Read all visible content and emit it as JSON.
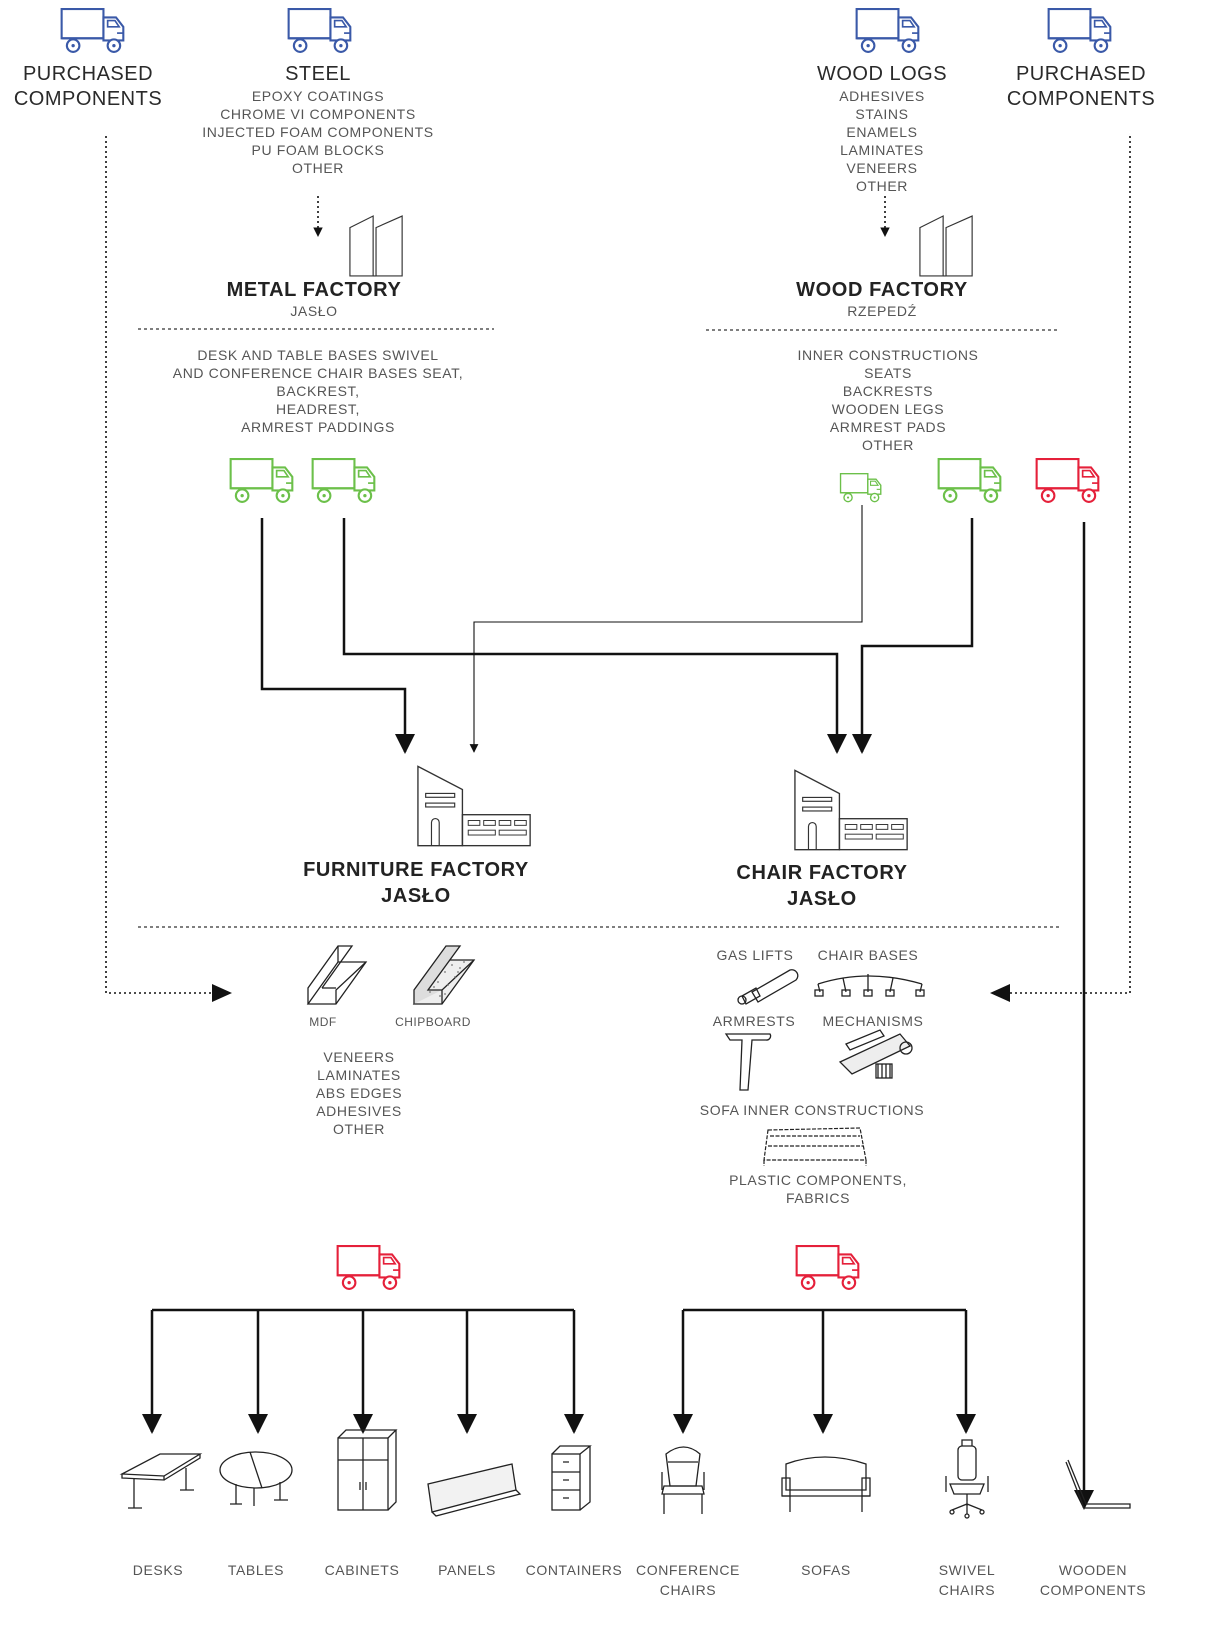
{
  "suppliers": {
    "purchased_left": {
      "line1": "PURCHASED",
      "line2": "COMPONENTS"
    },
    "steel": {
      "title": "STEEL",
      "items": [
        "EPOXY COATINGS",
        "CHROME VI COMPONENTS",
        "INJECTED FOAM COMPONENTS",
        "PU FOAM BLOCKS",
        "OTHER"
      ]
    },
    "wood_logs": {
      "title": "WOOD LOGS",
      "items": [
        "ADHESIVES",
        "STAINS",
        "ENAMELS",
        "LAMINATES",
        "VENEERS",
        "OTHER"
      ]
    },
    "purchased_right": {
      "line1": "PURCHASED",
      "line2": "COMPONENTS"
    }
  },
  "factories": {
    "metal": {
      "name": "METAL FACTORY",
      "location": "JASŁO",
      "outputs": [
        "DESK AND TABLE BASES SWIVEL",
        "AND CONFERENCE CHAIR BASES SEAT,",
        "BACKREST,",
        "HEADREST,",
        "ARMREST PADDINGS"
      ]
    },
    "wood": {
      "name": "WOOD FACTORY",
      "location": "RZEPEDŹ",
      "outputs": [
        "INNER CONSTRUCTIONS",
        "SEATS",
        "BACKRESTS",
        "WOODEN LEGS",
        "ARMREST PADS",
        "OTHER"
      ]
    },
    "furniture": {
      "name": "FURNITURE FACTORY",
      "location": "JASŁO"
    },
    "chair": {
      "name": "CHAIR FACTORY",
      "location": "JASŁO"
    }
  },
  "materials": {
    "mdf": "MDF",
    "chipboard": "CHIPBOARD",
    "furniture_list": [
      "VENEERS",
      "LAMINATES",
      "ABS EDGES",
      "ADHESIVES",
      "OTHER"
    ],
    "gas_lifts": "GAS LIFTS",
    "chair_bases": "CHAIR BASES",
    "armrests": "ARMRESTS",
    "mechanisms": "MECHANISMS",
    "sofa_inner": "SOFA INNER CONSTRUCTIONS",
    "plastic": [
      "PLASTIC COMPONENTS,",
      "FABRICS"
    ]
  },
  "products": [
    {
      "id": "desks",
      "lines": [
        "DESKS"
      ]
    },
    {
      "id": "tables",
      "lines": [
        "TABLES"
      ]
    },
    {
      "id": "cabinets",
      "lines": [
        "CABINETS"
      ]
    },
    {
      "id": "panels",
      "lines": [
        "PANELS"
      ]
    },
    {
      "id": "containers",
      "lines": [
        "CONTAINERS"
      ]
    },
    {
      "id": "conference",
      "lines": [
        "CONFERENCE",
        "CHAIRS"
      ]
    },
    {
      "id": "sofas",
      "lines": [
        "SOFAS"
      ]
    },
    {
      "id": "swivel",
      "lines": [
        "SWIVEL",
        "CHAIRS"
      ]
    },
    {
      "id": "wooden",
      "lines": [
        "WOODEN",
        "COMPONENTS"
      ]
    }
  ],
  "colors": {
    "blue": "#3a59a8",
    "green": "#6cc04a",
    "red": "#e5203a",
    "line": "#111111"
  }
}
